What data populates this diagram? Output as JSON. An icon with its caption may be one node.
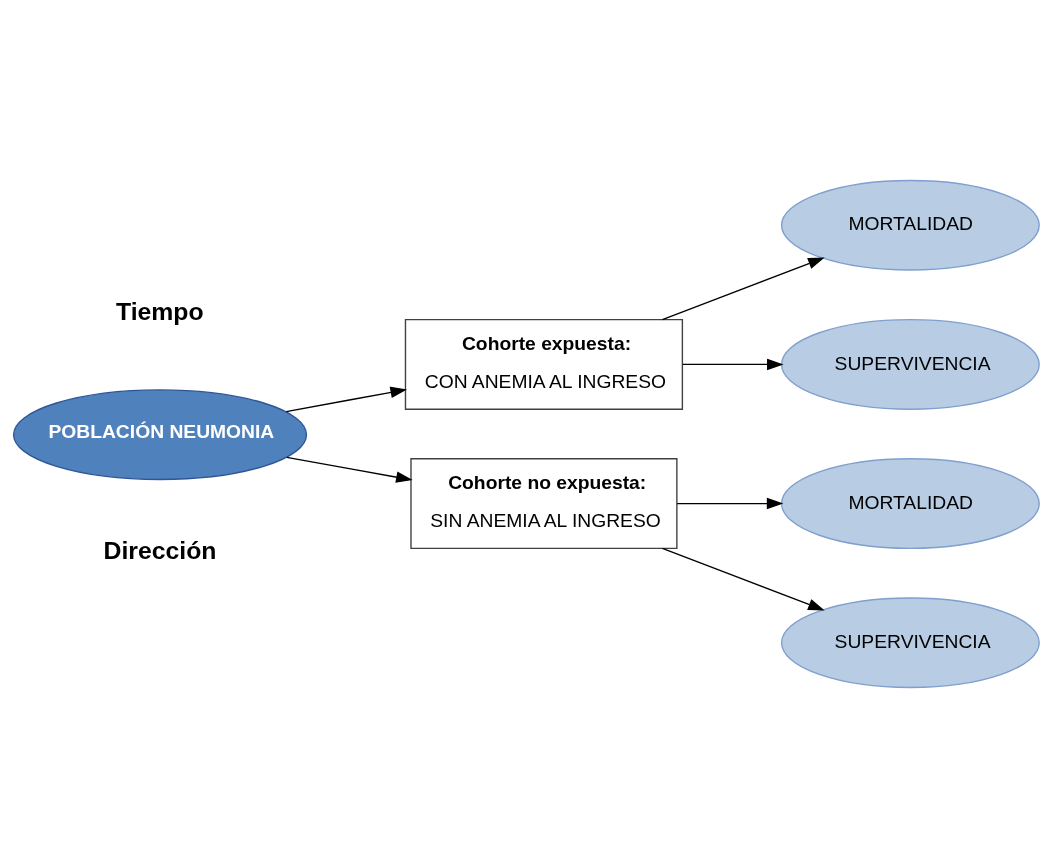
{
  "diagram": {
    "nodes": [
      {
        "text": [
          "POBLACIÓN NEUMONIA"
        ]
      },
      {
        "text": [
          "Cohorte expuesta:",
          "CON ANEMIA AL INGRESO"
        ]
      },
      {
        "text": [
          "MORTALIDAD"
        ]
      },
      {
        "text": [
          "SUPERVIVENCIA"
        ]
      },
      {
        "text": [
          "Cohorte no expuesta:",
          "SIN ANEMIA AL INGRESO"
        ]
      },
      {
        "text": [
          "MORTALIDAD"
        ]
      },
      {
        "text": [
          "SUPERVIVENCIA"
        ]
      }
    ],
    "edges": [
      {
        "from": 0,
        "to": 1,
        "arrow": "to"
      },
      {
        "from": 1,
        "to": 2,
        "arrow": "to"
      },
      {
        "from": 1,
        "to": 3,
        "arrow": "to"
      },
      {
        "from": 0,
        "to": 4,
        "arrow": "to"
      },
      {
        "from": 4,
        "to": 5,
        "arrow": "to"
      },
      {
        "from": 4,
        "to": 6,
        "arrow": "to"
      }
    ],
    "labels": [
      "Tiempo",
      "Dirección"
    ]
  }
}
